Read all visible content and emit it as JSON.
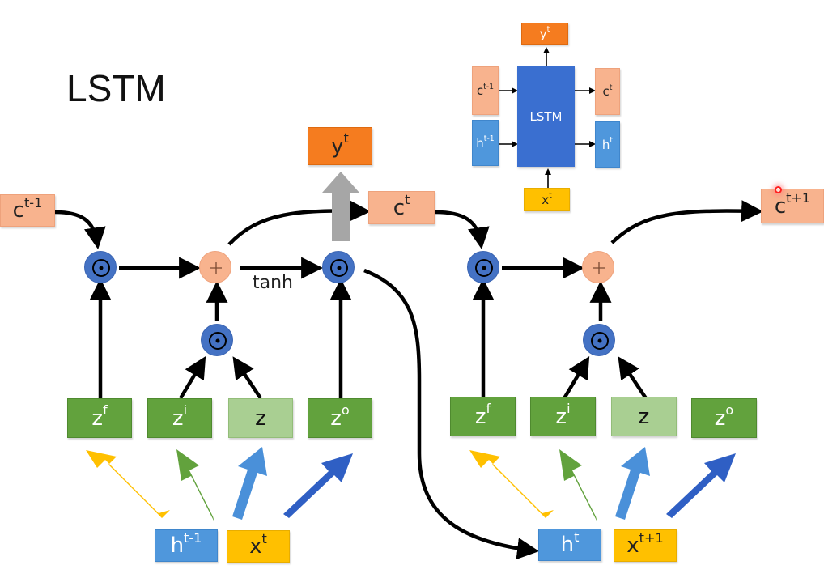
{
  "title": "LSTM",
  "colors": {
    "cell_state": "#f8b38e",
    "output": "#f57c1f",
    "gate": "#62a23d",
    "input_z": "#a9cf92",
    "hidden": "#4f97dc",
    "input_x": "#ffc000",
    "multiply_node": "#4472c4",
    "lstm_block": "#3a6fd0",
    "arrow_yellow": "#ffc000",
    "arrow_green": "#62a23d",
    "arrow_lightblue": "#4a90d9",
    "arrow_darkblue": "#2f5fc4",
    "arrow_gray": "#a6a6a6"
  },
  "mini_diagram": {
    "block_label": "LSTM",
    "inputs": [
      {
        "base": "c",
        "sup": "t-1"
      },
      {
        "base": "h",
        "sup": "t-1"
      },
      {
        "base": "x",
        "sup": "t"
      }
    ],
    "outputs": [
      {
        "base": "c",
        "sup": "t"
      },
      {
        "base": "h",
        "sup": "t"
      },
      {
        "base": "y",
        "sup": "t"
      }
    ]
  },
  "step1": {
    "c_prev": {
      "base": "c",
      "sup": "t-1"
    },
    "c_out": {
      "base": "c",
      "sup": "t"
    },
    "y_out": {
      "base": "y",
      "sup": "t"
    },
    "tanh_label": "tanh",
    "gates": [
      {
        "base": "z",
        "sup": "f"
      },
      {
        "base": "z",
        "sup": "i"
      },
      {
        "base": "z",
        "sup": ""
      },
      {
        "base": "z",
        "sup": "o"
      }
    ],
    "h_in": {
      "base": "h",
      "sup": "t-1"
    },
    "x_in": {
      "base": "x",
      "sup": "t"
    }
  },
  "step2": {
    "c_out": {
      "base": "c",
      "sup": "t+1"
    },
    "gates": [
      {
        "base": "z",
        "sup": "f"
      },
      {
        "base": "z",
        "sup": "i"
      },
      {
        "base": "z",
        "sup": ""
      },
      {
        "base": "z",
        "sup": "o"
      }
    ],
    "h_in": {
      "base": "h",
      "sup": "t"
    },
    "x_in": {
      "base": "x",
      "sup": "t+1"
    }
  },
  "operators": {
    "multiply": "⊙",
    "add": "+"
  }
}
